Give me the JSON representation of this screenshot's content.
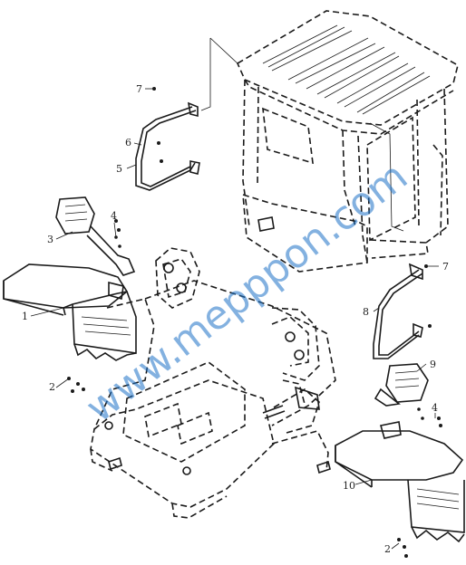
{
  "watermark": "www.mepppon.com",
  "callouts": {
    "c1": "1",
    "c2a": "2",
    "c2b": "2",
    "c3": "3",
    "c4a": "4",
    "c4b": "4",
    "c5": "5",
    "c6": "6",
    "c7a": "7",
    "c7b": "7",
    "c8": "8",
    "c9": "9",
    "c10": "10"
  }
}
